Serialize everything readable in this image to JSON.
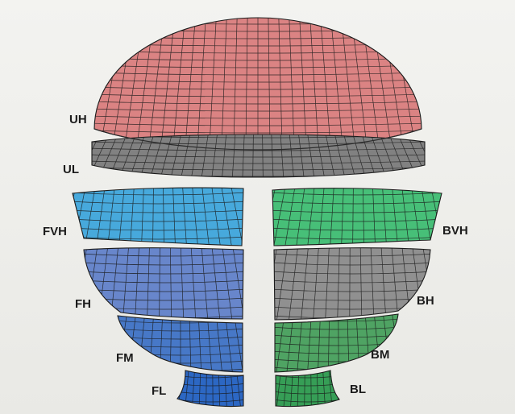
{
  "labels": {
    "uh": "UH",
    "ul": "UL",
    "fvh": "FVH",
    "fh": "FH",
    "fm": "FM",
    "fl": "FL",
    "bvh": "BVH",
    "bh": "BH",
    "bm": "BM",
    "bl": "BL"
  },
  "colors": {
    "upper_hemisphere": "#e98c8c",
    "upper_low": "#8a8a8a",
    "front_very_high": "#4cb4ea",
    "front_high": "#6f8fd8",
    "front_mid": "#4c80d4",
    "front_low": "#2f6ed0",
    "back_very_high": "#4ccb80",
    "back_high": "#9a9a9a",
    "back_mid": "#54ae6a",
    "back_low": "#3aa85c",
    "mesh": "#1c1c1c"
  }
}
